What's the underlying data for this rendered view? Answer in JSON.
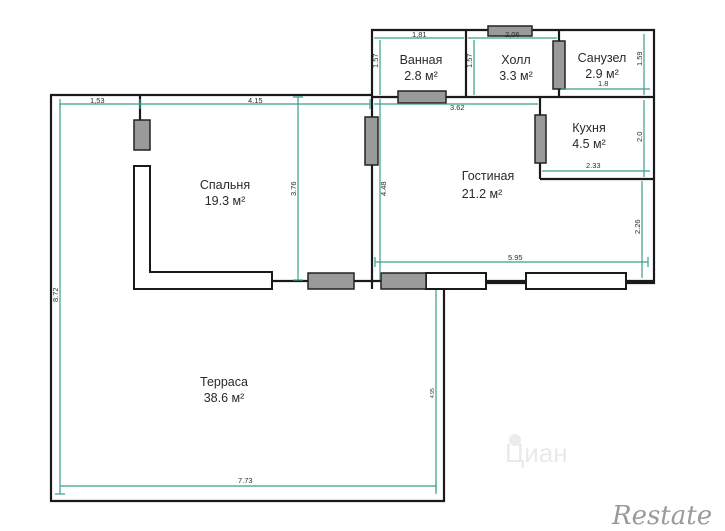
{
  "rooms": [
    {
      "id": "bathroom",
      "name": "Ванная",
      "area": "2.8 м²"
    },
    {
      "id": "hall",
      "name": "Холл",
      "area": "3.3 м²"
    },
    {
      "id": "wc",
      "name": "Санузел",
      "area": "2.9 м²"
    },
    {
      "id": "kitchen",
      "name": "Кухня",
      "area": "4.5 м²"
    },
    {
      "id": "bedroom",
      "name": "Спальня",
      "area": "19.3 м²"
    },
    {
      "id": "living",
      "name": "Гостиная",
      "area": "21.2 м²"
    },
    {
      "id": "terrace",
      "name": "Терраса",
      "area": "38.6 м²"
    }
  ],
  "dimensions": {
    "bathroom_width": "1,81",
    "hall_width": "2,06",
    "bathroom_height": "1.57",
    "hall_height": "1.57",
    "wc_height": "1.59",
    "wc_width": "1.8",
    "hall_bottom": "3.62",
    "kitchen_height": "2.0",
    "kitchen_width": "2.33",
    "top_left": "1,53",
    "top_bedroom": "4.15",
    "bedroom_height": "3.76",
    "living_height": "4.48",
    "living_right": "2.26",
    "living_width": "5.95",
    "terrace_height": "8.72",
    "terrace_right": "4.95",
    "terrace_width": "7.73"
  },
  "watermark": "Циан",
  "logo": "Restate"
}
